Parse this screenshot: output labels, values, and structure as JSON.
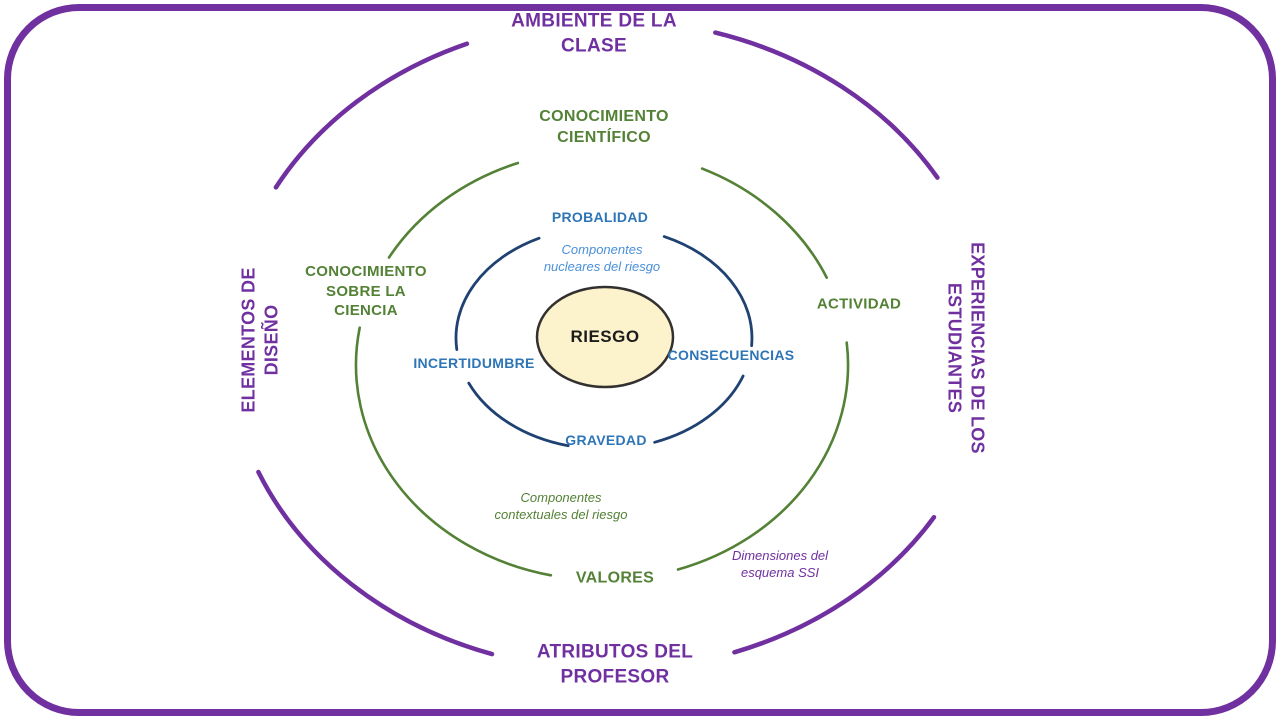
{
  "diagram": {
    "title_semantic": "SSI risk scheme concentric diagram",
    "center": "RIESGO",
    "inner_ring": {
      "top": "PROBALIDAD",
      "right": "CONSECUENCIAS",
      "bottom": "GRAVEDAD",
      "left": "INCERTIDUMBRE",
      "annotation": "Componentes\nnucleares del riesgo"
    },
    "middle_ring": {
      "top": "CONOCIMIENTO\nCIENTÍFICO",
      "right": "ACTIVIDAD",
      "bottom": "VALORES",
      "left": "CONOCIMIENTO\nSOBRE LA\nCIENCIA",
      "annotation": "Componentes\ncontextuales del riesgo"
    },
    "outer_ring": {
      "top": "AMBIENTE DE LA\nCLASE",
      "right": "EXPERIENCIAS DE LOS\nESTUDIANTES",
      "bottom": "ATRIBUTOS DEL\nPROFESOR",
      "left": "ELEMENTOS DE\nDISEÑO",
      "annotation": "Dimensiones del\nesquema SSI"
    }
  },
  "colors": {
    "outer_purple": "#7030A0",
    "ring_green": "#538135",
    "ring_navy": "#1F4272",
    "label_blue": "#2E75B6",
    "annotation_blue": "#4A90D9",
    "center_fill": "#FCF2CC",
    "center_stroke": "#333030",
    "center_text": "#1C1C1C"
  }
}
